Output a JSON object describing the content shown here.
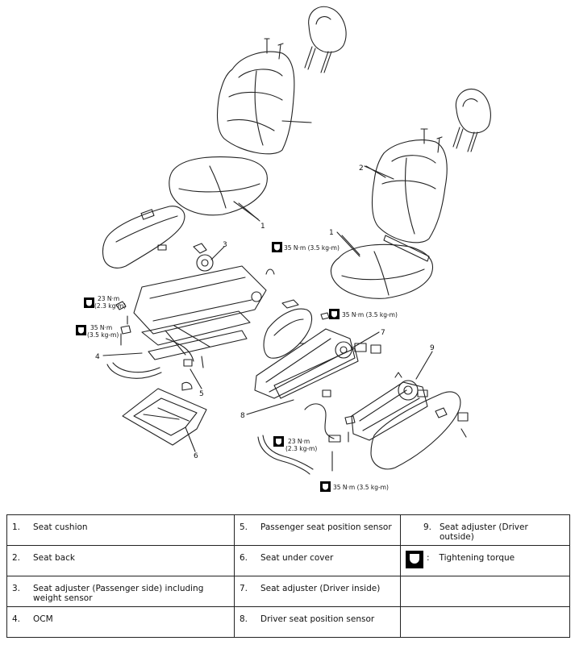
{
  "callouts": {
    "c1_left": "1",
    "c1_right": "1",
    "c2": "2",
    "c3": "3",
    "c4": "4",
    "c5": "5",
    "c6": "6",
    "c7": "7",
    "c8": "8",
    "c9": "9"
  },
  "torque_labels": {
    "t35_top_center": "35 N·m (3.5 kg-m)",
    "t23_left_a": "23 N·m",
    "t23_left_b": "(2.3 kg-m)",
    "t35_left_a": "35 N·m",
    "t35_left_b": "(3.5 kg-m)",
    "t35_right_mid": "35 N·m (3.5 kg-m)",
    "t23_bottom_a": "23 N·m",
    "t23_bottom_b": "(2.3 kg-m)",
    "t35_bottom": "35 N·m (3.5 kg-m)"
  },
  "legend": {
    "r1": {
      "n1": "1.",
      "l1": "Seat cushion",
      "n2": "5.",
      "l2": "Passenger seat position sensor",
      "n3": "9.",
      "l3": "Seat adjuster (Driver outside)"
    },
    "r2": {
      "n1": "2.",
      "l1": "Seat back",
      "n2": "6.",
      "l2": "Seat under cover",
      "l3": "Tightening torque"
    },
    "r3": {
      "n1": "3.",
      "l1": "Seat adjuster (Passenger side) including weight sensor",
      "n2": "7.",
      "l2": "Seat adjuster (Driver inside)"
    },
    "r4": {
      "n1": "4.",
      "l1": "OCM",
      "n2": "8.",
      "l2": "Driver seat position sensor"
    }
  }
}
